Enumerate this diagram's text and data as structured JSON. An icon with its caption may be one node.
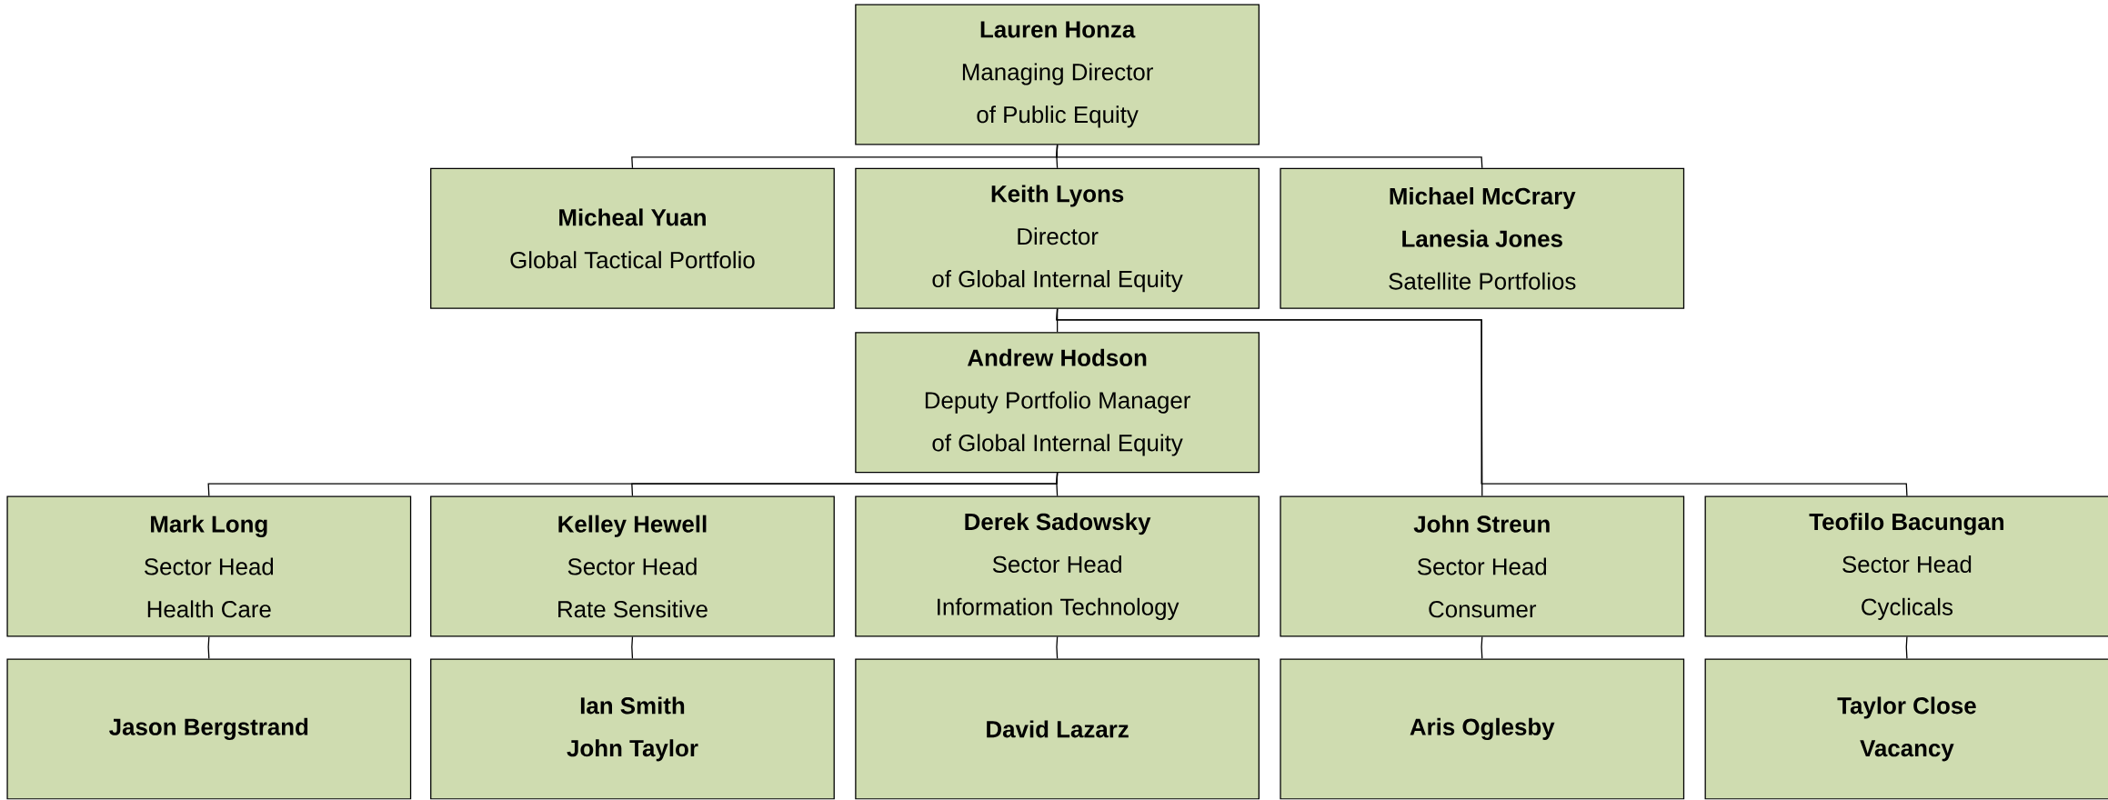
{
  "diagram": {
    "nodes": [
      {
        "text": [
          "Lauren Honza",
          "Managing Director",
          "of Public Equity"
        ]
      },
      {
        "text": [
          "Micheal Yuan",
          "Global Tactical Portfolio"
        ]
      },
      {
        "text": [
          "Keith Lyons",
          "Director",
          "of Global Internal Equity"
        ]
      },
      {
        "text": [
          "Michael McCrary",
          "Lanesia Jones",
          "Satellite Portfolios"
        ]
      },
      {
        "text": [
          "Andrew Hodson",
          "Deputy Portfolio Manager",
          "of Global Internal Equity"
        ]
      },
      {
        "text": [
          "Mark Long",
          "Sector Head",
          "Health Care"
        ]
      },
      {
        "text": [
          "Kelley Hewell",
          "Sector Head",
          "Rate Sensitive"
        ]
      },
      {
        "text": [
          "Derek Sadowsky",
          "Sector Head",
          "Information Technology"
        ]
      },
      {
        "text": [
          "John Streun",
          "Sector Head",
          "Consumer"
        ]
      },
      {
        "text": [
          "Teofilo Bacungan",
          "Sector Head",
          "Cyclicals"
        ]
      },
      {
        "text": [
          "Jason Bergstrand"
        ]
      },
      {
        "text": [
          "Ian Smith",
          "John Taylor"
        ]
      },
      {
        "text": [
          "David Lazarz"
        ]
      },
      {
        "text": [
          "Aris Oglesby"
        ]
      },
      {
        "text": [
          "Taylor Close",
          "Vacancy"
        ]
      }
    ],
    "edges": [
      {
        "from": 0,
        "to": 1,
        "arrow": "none"
      },
      {
        "from": 0,
        "to": 2,
        "arrow": "none"
      },
      {
        "from": 0,
        "to": 3,
        "arrow": "none"
      },
      {
        "from": 2,
        "to": 4,
        "arrow": "none"
      },
      {
        "from": 4,
        "to": 5,
        "arrow": "none"
      },
      {
        "from": 4,
        "to": 6,
        "arrow": "none"
      },
      {
        "from": 4,
        "to": 7,
        "arrow": "none"
      },
      {
        "from": 2,
        "to": 8,
        "arrow": "none"
      },
      {
        "from": 2,
        "to": 9,
        "arrow": "none"
      },
      {
        "from": 5,
        "to": 10,
        "arrow": "none"
      },
      {
        "from": 6,
        "to": 11,
        "arrow": "none"
      },
      {
        "from": 7,
        "to": 12,
        "arrow": "none"
      },
      {
        "from": 8,
        "to": 13,
        "arrow": "none"
      },
      {
        "from": 9,
        "to": 14,
        "arrow": "none"
      }
    ]
  }
}
